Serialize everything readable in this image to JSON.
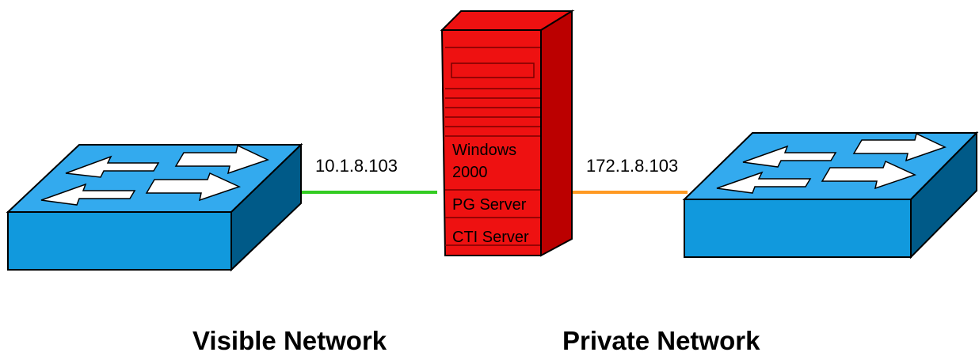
{
  "server": {
    "lines": [
      "Windows",
      "2000",
      "PG Server",
      "CTI Server"
    ],
    "body_color": "#ee1111",
    "side_color": "#bb0000"
  },
  "links": {
    "visible_ip": "10.1.8.103",
    "private_ip": "172.1.8.103",
    "visible_link_color": "#33cc22",
    "private_link_color": "#ff9922"
  },
  "networks": {
    "visible_label": "Visible Network",
    "private_label": "Private Network"
  },
  "switch": {
    "top_color": "#33aaee",
    "front_color": "#1199dd",
    "side_color": "#005a88",
    "arrow_color": "#ffffff"
  }
}
